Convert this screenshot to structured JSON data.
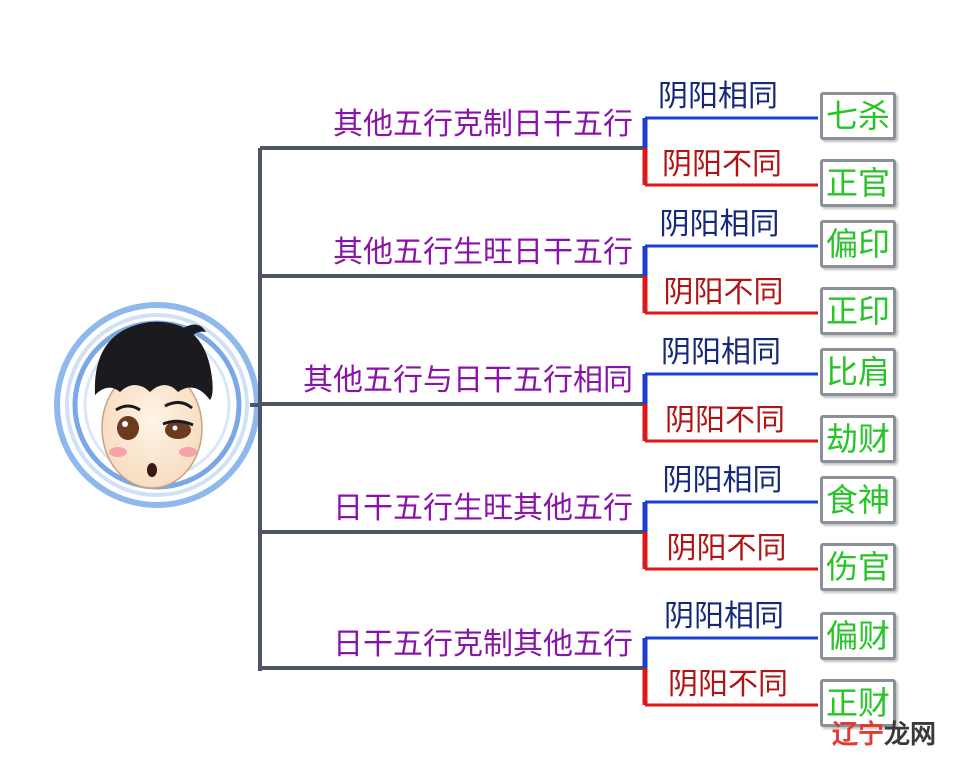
{
  "relations": [
    {
      "label": "其他五行克制日干五行",
      "same": {
        "label": "阴阳相同",
        "result": "七杀"
      },
      "diff": {
        "label": "阴阳不同",
        "result": "正官"
      }
    },
    {
      "label": "其他五行生旺日干五行",
      "same": {
        "label": "阴阳相同",
        "result": "偏印"
      },
      "diff": {
        "label": "阴阳不同",
        "result": "正印"
      }
    },
    {
      "label": "其他五行与日干五行相同",
      "same": {
        "label": "阴阳相同",
        "result": "比肩"
      },
      "diff": {
        "label": "阴阳不同",
        "result": "劫财"
      }
    },
    {
      "label": "日干五行生旺其他五行",
      "same": {
        "label": "阴阳相同",
        "result": "食神"
      },
      "diff": {
        "label": "阴阳不同",
        "result": "伤官"
      }
    },
    {
      "label": "日干五行克制其他五行",
      "same": {
        "label": "阴阳相同",
        "result": "偏财"
      },
      "diff": {
        "label": "阴阳不同",
        "result": "正财"
      }
    }
  ],
  "watermark": {
    "part1": "辽宁",
    "part2": "龙网"
  },
  "colors": {
    "relation_text": "#8a14a8",
    "same_text": "#15287a",
    "diff_text": "#b01515",
    "same_line": "#1a3fd0",
    "diff_line": "#e01515",
    "trunk": "#4a5565",
    "result_text": "#27c427",
    "result_border": "#8a8f98"
  },
  "icons": {
    "avatar": "cartoon-boy-avatar-icon"
  }
}
